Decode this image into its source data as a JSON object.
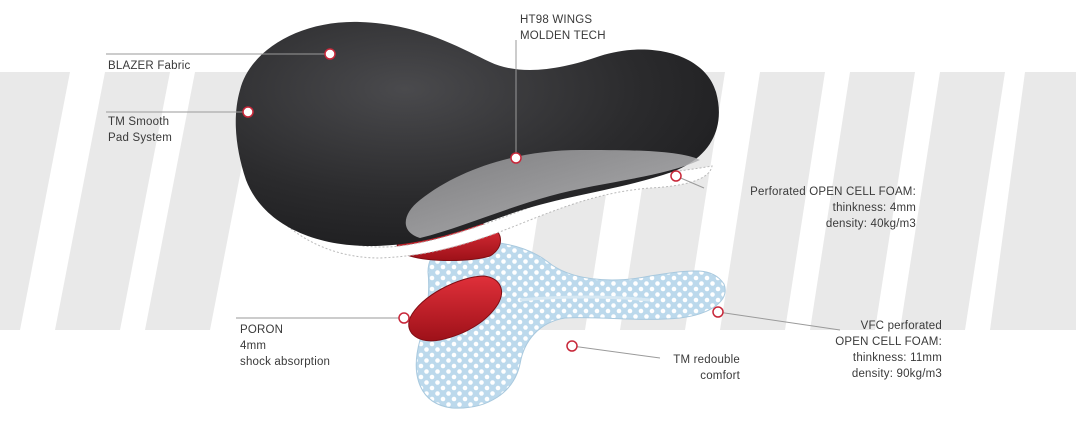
{
  "colors": {
    "stripe": "#e9e9e9",
    "shell_dark": "#2d2d2f",
    "gel_red": "#c41a26",
    "foam_blue": "#bcd9ec",
    "foam_dot": "#ffffff",
    "leader": "#9a9a9a",
    "marker": "#c8283a",
    "text": "#3a3a3a"
  },
  "labels": {
    "blazer": {
      "line1": "BLAZER Fabric"
    },
    "smooth": {
      "line1": "TM Smooth",
      "line2": "Pad System"
    },
    "wings": {
      "line1": "HT98 WINGS",
      "line2": "MOLDEN TECH"
    },
    "open_cell": {
      "line1": "Perforated OPEN CELL FOAM:",
      "line2": "thinkness: 4mm",
      "line3": "density: 40kg/m3"
    },
    "poron": {
      "line1": "PORON",
      "line2": "4mm",
      "line3": "shock absorption"
    },
    "redouble": {
      "line1": "TM redouble",
      "line2": "comfort"
    },
    "vfc": {
      "line1": "VFC perforated",
      "line2": "OPEN CELL FOAM:",
      "line3": "thinkness: 11mm",
      "line4": "density: 90kg/m3"
    }
  }
}
